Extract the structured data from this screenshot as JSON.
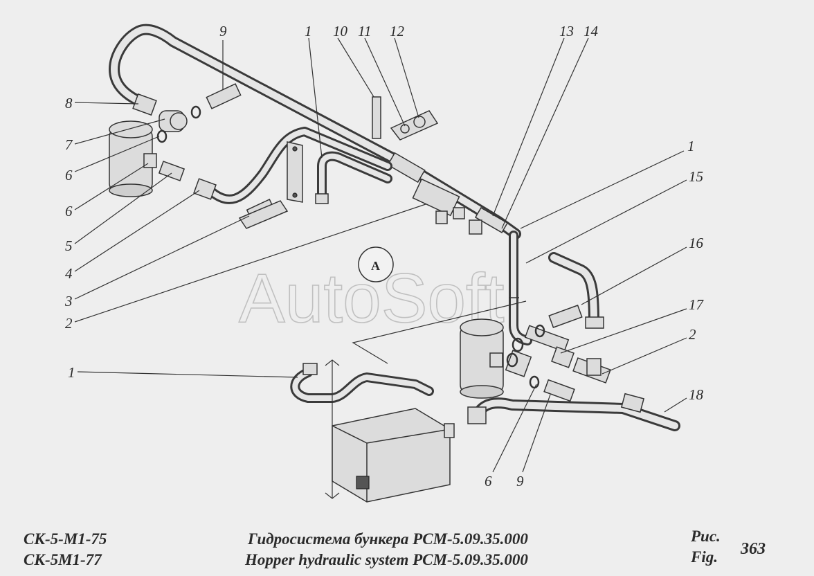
{
  "callouts": {
    "c9_top": "9",
    "c1_top": "1",
    "c10": "10",
    "c11": "11",
    "c12": "12",
    "c13": "13",
    "c14": "14",
    "c8": "8",
    "c7": "7",
    "c6a": "6",
    "c6b": "6",
    "c5": "5",
    "c4": "4",
    "c3": "3",
    "c2_left": "2",
    "c1_right": "1",
    "c15": "15",
    "c16": "16",
    "c17": "17",
    "c2_right": "2",
    "c18": "18",
    "c1_lower": "1",
    "c6_bottom": "6",
    "c9_bottom": "9"
  },
  "view_marker": "A",
  "watermark": "AutoSoft",
  "footer": {
    "model_line1": "СК-5-М1-75",
    "model_line2": "СК-5М1-77",
    "title_ru": "Гидросистема бункера РСМ-5.09.35.000",
    "title_en": "Hopper hydraulic system  РСМ-5.09.35.000",
    "fig_label_ru": "Рис.",
    "fig_label_en": "Fig.",
    "fig_number": "363"
  }
}
